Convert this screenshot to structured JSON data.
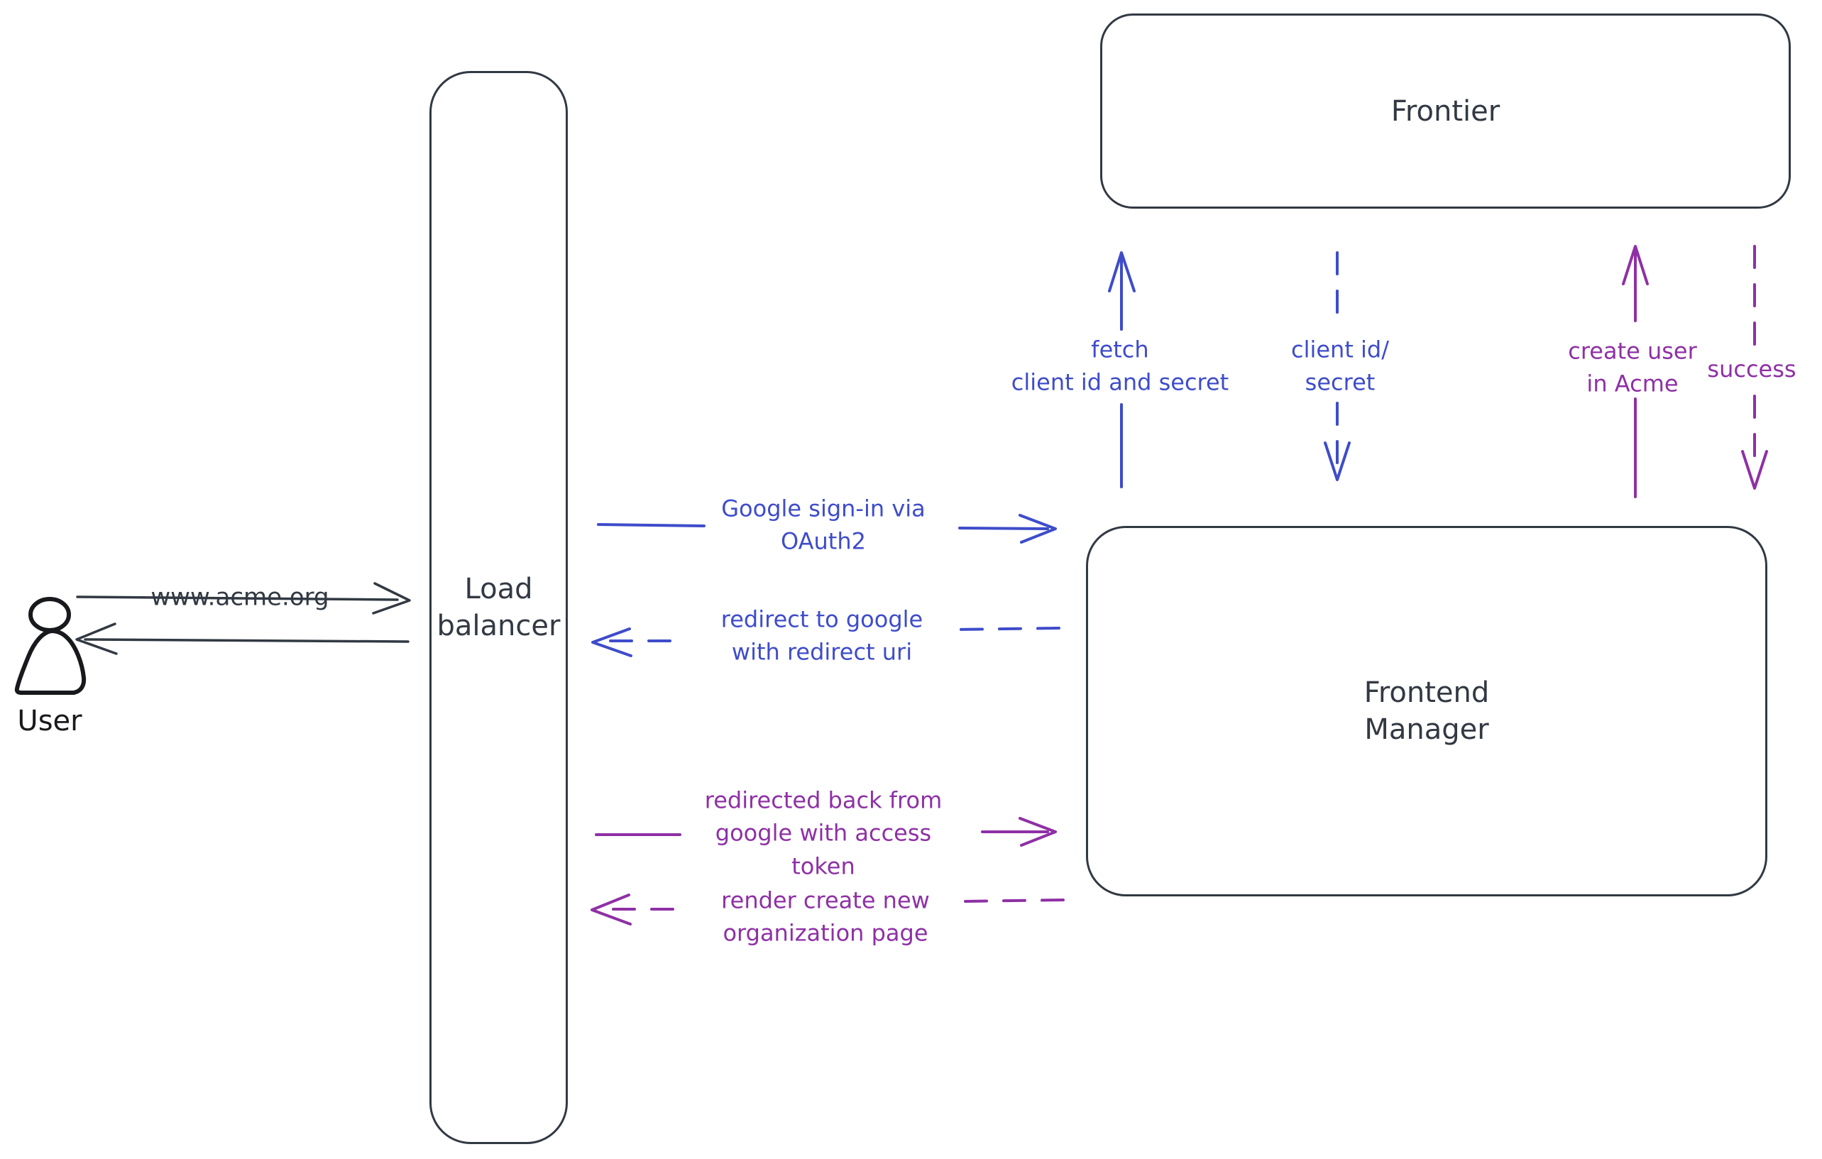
{
  "diagram": {
    "colors": {
      "ink": "#323943",
      "blue": "#3e4cca",
      "purple": "#8e30a5",
      "hatch": "#c9d1da",
      "background": "#ffffff"
    },
    "nodes": {
      "user": {
        "label": "User",
        "shape": "person"
      },
      "load_balancer": {
        "label": "Load\nbalancer",
        "shape": "rounded-rect"
      },
      "frontier": {
        "label": "Frontier",
        "shape": "rounded-rect"
      },
      "frontend_manager": {
        "label": "Frontend\nManager",
        "shape": "rounded-rect"
      }
    },
    "edges": {
      "www_acme_org": {
        "label": "www.acme.org",
        "from": "user",
        "to": "load_balancer",
        "style": "solid",
        "color": "#323943"
      },
      "lb_reply_to_user": {
        "label": "",
        "from": "load_balancer",
        "to": "user",
        "style": "solid",
        "color": "#323943"
      },
      "google_signin": {
        "label": "Google sign-in via\nOAuth2",
        "from": "load_balancer",
        "to": "frontend_manager",
        "style": "solid",
        "color": "#3e4cca"
      },
      "redirect_google": {
        "label": "redirect to google\nwith redirect uri",
        "from": "frontend_manager",
        "to": "load_balancer",
        "style": "dashed",
        "color": "#3e4cca"
      },
      "fetch_client_id": {
        "label": "fetch\nclient id and secret",
        "from": "frontend_manager",
        "to": "frontier",
        "style": "solid",
        "color": "#3e4cca"
      },
      "client_id_secret": {
        "label": "client id/\nsecret",
        "from": "frontier",
        "to": "frontend_manager",
        "style": "dashed",
        "color": "#3e4cca"
      },
      "create_user_in_acme": {
        "label": "create user\nin Acme",
        "from": "frontend_manager",
        "to": "frontier",
        "style": "solid",
        "color": "#8e30a5"
      },
      "success": {
        "label": "success",
        "from": "frontier",
        "to": "frontend_manager",
        "style": "dashed",
        "color": "#8e30a5"
      },
      "redirected_back": {
        "label": "redirected back from\ngoogle with access\ntoken",
        "from": "load_balancer",
        "to": "frontend_manager",
        "style": "solid",
        "color": "#8e30a5"
      },
      "render_org_page": {
        "label": "render create new\norganization page",
        "from": "frontend_manager",
        "to": "load_balancer",
        "style": "dashed",
        "color": "#8e30a5"
      }
    }
  }
}
